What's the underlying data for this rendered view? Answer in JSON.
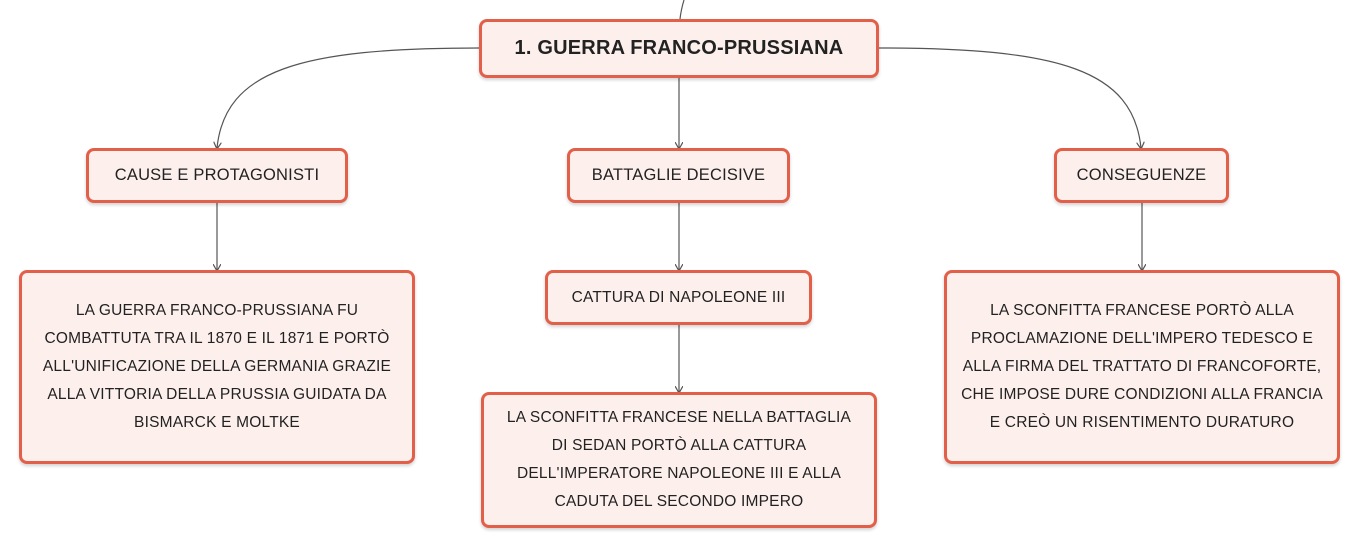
{
  "colors": {
    "node_border": "#e2604a",
    "node_fill": "#fdf0ec",
    "connector": "#555555",
    "text": "#222222"
  },
  "root": {
    "label": "1. GUERRA FRANCO-PRUSSIANA"
  },
  "branches": {
    "cause": {
      "label": "CAUSE E PROTAGONISTI",
      "detail": "LA GUERRA FRANCO-PRUSSIANA FU COMBATTUTA TRA IL 1870 E IL 1871 E PORTÒ ALL'UNIFICAZIONE DELLA GERMANIA GRAZIE ALLA VITTORIA DELLA PRUSSIA GUIDATA DA BISMARCK E MOLTKE"
    },
    "battaglie": {
      "label": "BATTAGLIE DECISIVE",
      "sub_label": "CATTURA DI NAPOLEONE III",
      "detail": "LA SCONFITTA FRANCESE NELLA BATTAGLIA DI SEDAN PORTÒ ALLA CATTURA DELL'IMPERATORE NAPOLEONE III E ALLA CADUTA DEL SECONDO IMPERO"
    },
    "conseguenze": {
      "label": "CONSEGUENZE",
      "detail": "LA SCONFITTA FRANCESE PORTÒ ALLA PROCLAMAZIONE DELL'IMPERO TEDESCO E ALLA FIRMA DEL TRATTATO DI FRANCOFORTE, CHE IMPOSE DURE CONDIZIONI ALLA FRANCIA E CREÒ UN RISENTIMENTO DURATURO"
    }
  }
}
